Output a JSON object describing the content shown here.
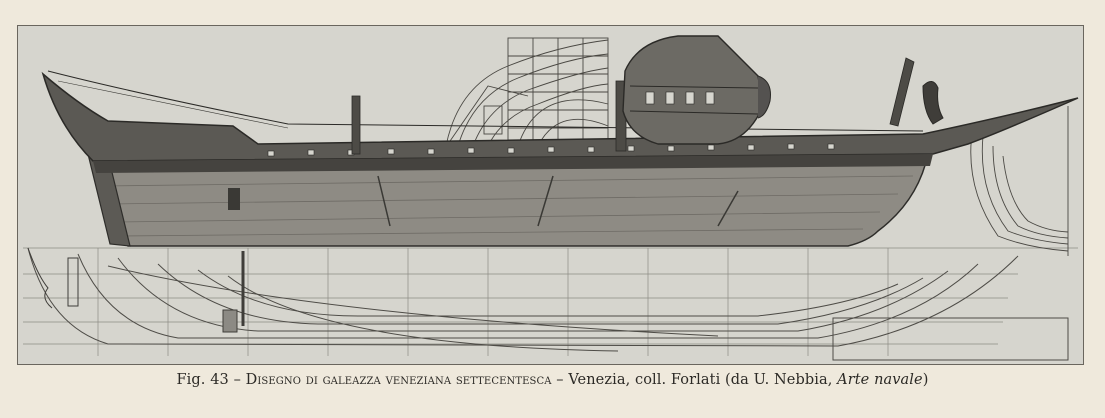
{
  "caption": {
    "label": "Fig. 43",
    "dash1": " – ",
    "title": "Disegno di galeazza veneziana settecentesca",
    "dash2": " – ",
    "location": "Venezia, coll. Forlati (da U. Nebbia, ",
    "source_italic": "Arte navale",
    "closing": ")"
  },
  "image": {
    "subject": "galeazza-drawing",
    "tone_background": "#d9d8d1",
    "tone_hull": "#8f8c84",
    "tone_line": "#3b3a36"
  }
}
